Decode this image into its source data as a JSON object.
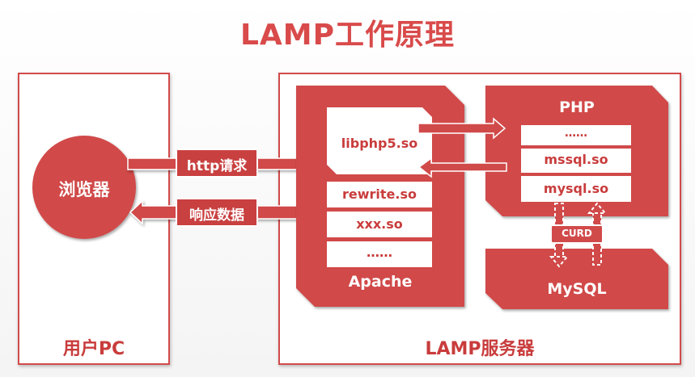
{
  "title": "LAMP工作原理",
  "client_panel": {
    "label": "用户PC",
    "browser": "浏览器"
  },
  "server_panel": {
    "label": "LAMP服务器"
  },
  "arrows": {
    "request": "http请求",
    "response": "响应数据"
  },
  "apache": {
    "name": "Apache",
    "modules": [
      "libphp5.so",
      "rewrite.so",
      "xxx.so",
      "……"
    ]
  },
  "php": {
    "name": "PHP",
    "extensions": [
      "……",
      "mssql.so",
      "mysql.so"
    ]
  },
  "mysql": {
    "name": "MySQL",
    "link_label": "CURD"
  },
  "colors": {
    "accent": "#d24a4a",
    "box_fill": "#d14a4a",
    "module_fill": "#ffffff"
  }
}
